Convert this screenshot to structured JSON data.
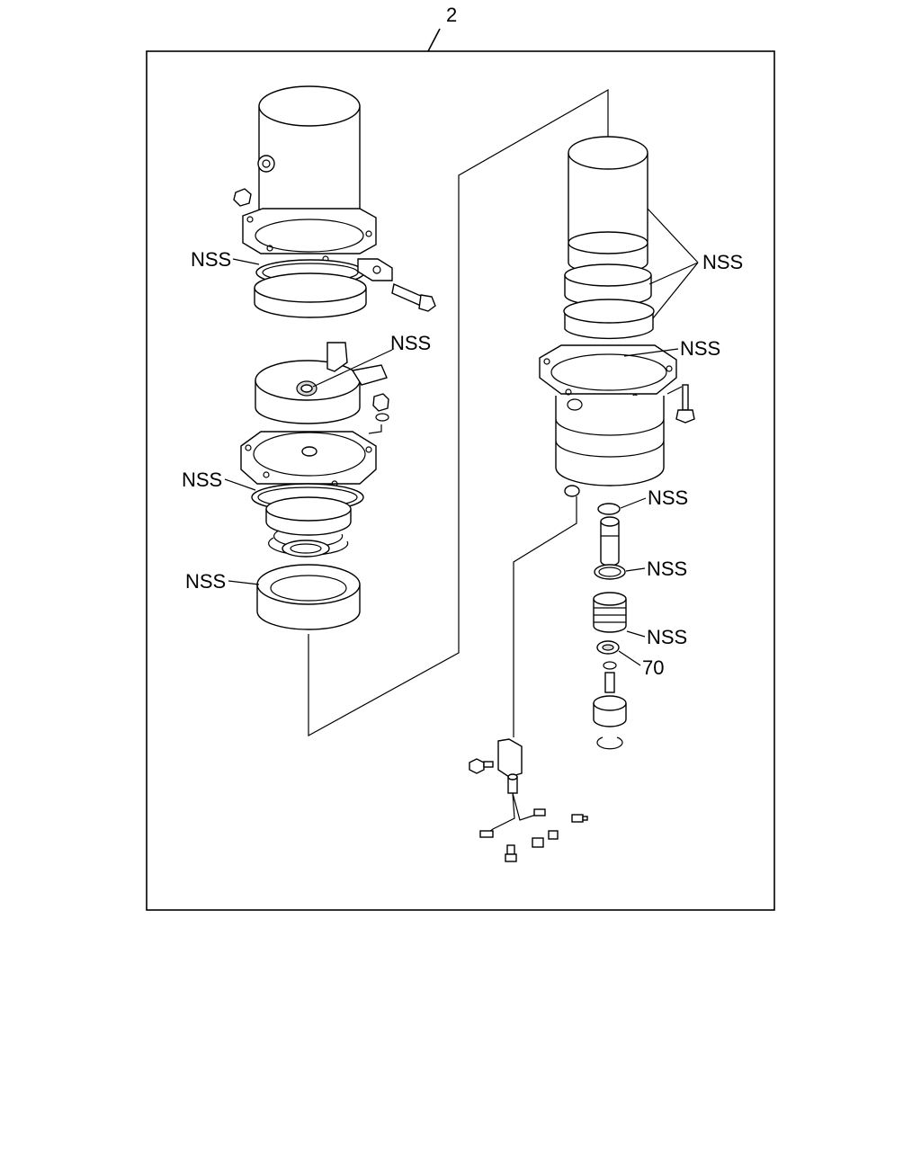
{
  "diagram": {
    "assembly_callout": "2",
    "labels": {
      "left_top_gasket": "NSS",
      "left_seal_center": "NSS",
      "left_mid_gasket": "NSS",
      "left_bottom_ring": "NSS",
      "right_top_rings": "NSS",
      "right_seal_center": "NSS",
      "right_oring_top": "NSS",
      "right_oring_mid": "NSS",
      "right_piston_rings": "NSS",
      "right_part_70": "70"
    }
  }
}
